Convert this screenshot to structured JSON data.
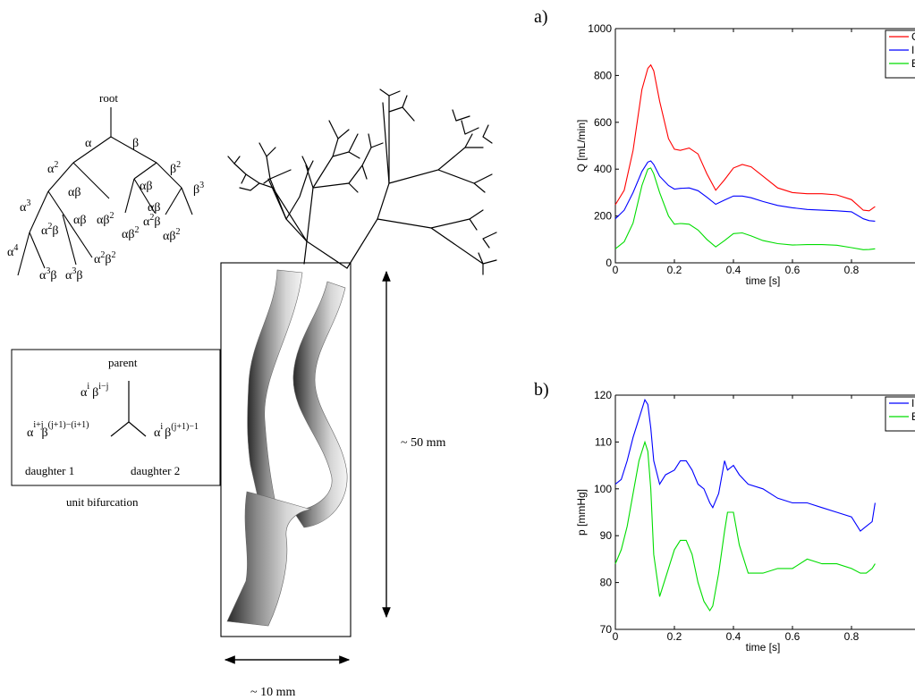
{
  "tree": {
    "root": "root",
    "alpha": "α",
    "beta": "β",
    "alpha2": "α",
    "alpha2_sup": "2",
    "beta2": "β",
    "beta2_sup": "2",
    "alpha3": "α",
    "alpha3_sup": "3",
    "beta3": "β",
    "beta3_sup": "3",
    "alpha4": "α",
    "alpha4_sup": "4",
    "ab": "αβ",
    "a2b_a": "α",
    "a2b_sup": "2",
    "a2b_b": "β",
    "ab2_a": "αβ",
    "ab2_sup": "2",
    "a3b_a": "α",
    "a3b_sup": "3",
    "a3b_b": "β",
    "a2b2_a": "α",
    "a2b2_sup1": "2",
    "a2b2_b": "β",
    "a2b2_sup2": "2"
  },
  "unit_bifurcation": {
    "parent": "parent",
    "parent_label_a": "α",
    "parent_label_i": "i",
    "parent_label_b": "β",
    "parent_label_ij": "i−j",
    "d1_a": "α",
    "d1_sup1": "i+j",
    "d1_b": "β",
    "d1_sup2": "(j+1)−(i+1)",
    "d2_a": "α",
    "d2_sup1": "i",
    "d2_b": "β",
    "d2_sup2": "(j+1)−1",
    "daughter1": "daughter 1",
    "daughter2": "daughter 2",
    "caption": "unit bifurcation"
  },
  "dimensions": {
    "height": "~ 50 mm",
    "width": "~ 10 mm"
  },
  "panel_labels": {
    "a": "a)",
    "b": "b)"
  },
  "chart_data": [
    {
      "type": "line",
      "panel": "a)",
      "xlabel": "time [s]",
      "ylabel": "Q [mL/min]",
      "xlim": [
        0,
        1
      ],
      "ylim": [
        0,
        1000
      ],
      "xticks": [
        "0",
        "0.2",
        "0.4",
        "0.6",
        "0.8"
      ],
      "yticks": [
        "0",
        "200",
        "400",
        "600",
        "800",
        "1000"
      ],
      "legend_position": "top-right",
      "x": [
        0,
        0.03,
        0.06,
        0.09,
        0.11,
        0.12,
        0.13,
        0.15,
        0.18,
        0.2,
        0.22,
        0.25,
        0.28,
        0.31,
        0.34,
        0.37,
        0.4,
        0.43,
        0.46,
        0.5,
        0.55,
        0.6,
        0.65,
        0.7,
        0.75,
        0.8,
        0.84,
        0.86,
        0.88
      ],
      "series": [
        {
          "name": "CCA",
          "color": "#ff0000",
          "values": [
            248,
            310,
            480,
            740,
            830,
            845,
            820,
            690,
            530,
            485,
            480,
            490,
            465,
            380,
            310,
            355,
            405,
            420,
            410,
            370,
            320,
            300,
            295,
            295,
            290,
            270,
            225,
            222,
            240
          ]
        },
        {
          "name": "ICA",
          "color": "#0000ff",
          "values": [
            188,
            225,
            300,
            390,
            430,
            435,
            420,
            370,
            330,
            315,
            318,
            320,
            308,
            280,
            250,
            268,
            285,
            285,
            278,
            262,
            245,
            235,
            228,
            225,
            222,
            218,
            188,
            180,
            178
          ]
        },
        {
          "name": "ECA",
          "color": "#00dd00",
          "values": [
            60,
            90,
            170,
            330,
            400,
            405,
            380,
            300,
            200,
            165,
            168,
            165,
            140,
            100,
            68,
            95,
            125,
            128,
            115,
            95,
            82,
            76,
            78,
            78,
            75,
            65,
            56,
            57,
            60
          ]
        }
      ]
    },
    {
      "type": "line",
      "panel": "b)",
      "xlabel": "time [s]",
      "ylabel": "p [mmHg]",
      "xlim": [
        0,
        1
      ],
      "ylim": [
        70,
        120
      ],
      "xticks": [
        "0",
        "0.2",
        "0.4",
        "0.6",
        "0.8"
      ],
      "yticks": [
        "70",
        "80",
        "90",
        "100",
        "110",
        "120"
      ],
      "legend_position": "top-right",
      "x": [
        0,
        0.02,
        0.04,
        0.06,
        0.08,
        0.1,
        0.11,
        0.12,
        0.13,
        0.15,
        0.17,
        0.2,
        0.22,
        0.24,
        0.26,
        0.28,
        0.3,
        0.32,
        0.33,
        0.35,
        0.37,
        0.38,
        0.4,
        0.42,
        0.45,
        0.5,
        0.55,
        0.6,
        0.65,
        0.7,
        0.75,
        0.8,
        0.83,
        0.85,
        0.87,
        0.88
      ],
      "series": [
        {
          "name": "ICA",
          "color": "#0000ff",
          "values": [
            101,
            102,
            106,
            111,
            115,
            119,
            118,
            113,
            106,
            101,
            103,
            104,
            106,
            106,
            104,
            101,
            100,
            97,
            96,
            99,
            106,
            104,
            105,
            103,
            101,
            100,
            98,
            97,
            97,
            96,
            95,
            94,
            91,
            92,
            93,
            97
          ]
        },
        {
          "name": "ECA",
          "color": "#00dd00",
          "values": [
            84,
            87,
            92,
            99,
            106,
            110,
            108,
            100,
            86,
            77,
            81,
            87,
            89,
            89,
            86,
            80,
            76,
            74,
            75,
            82,
            91,
            95,
            95,
            88,
            82,
            82,
            83,
            83,
            85,
            84,
            84,
            83,
            82,
            82,
            83,
            84
          ]
        }
      ]
    }
  ]
}
